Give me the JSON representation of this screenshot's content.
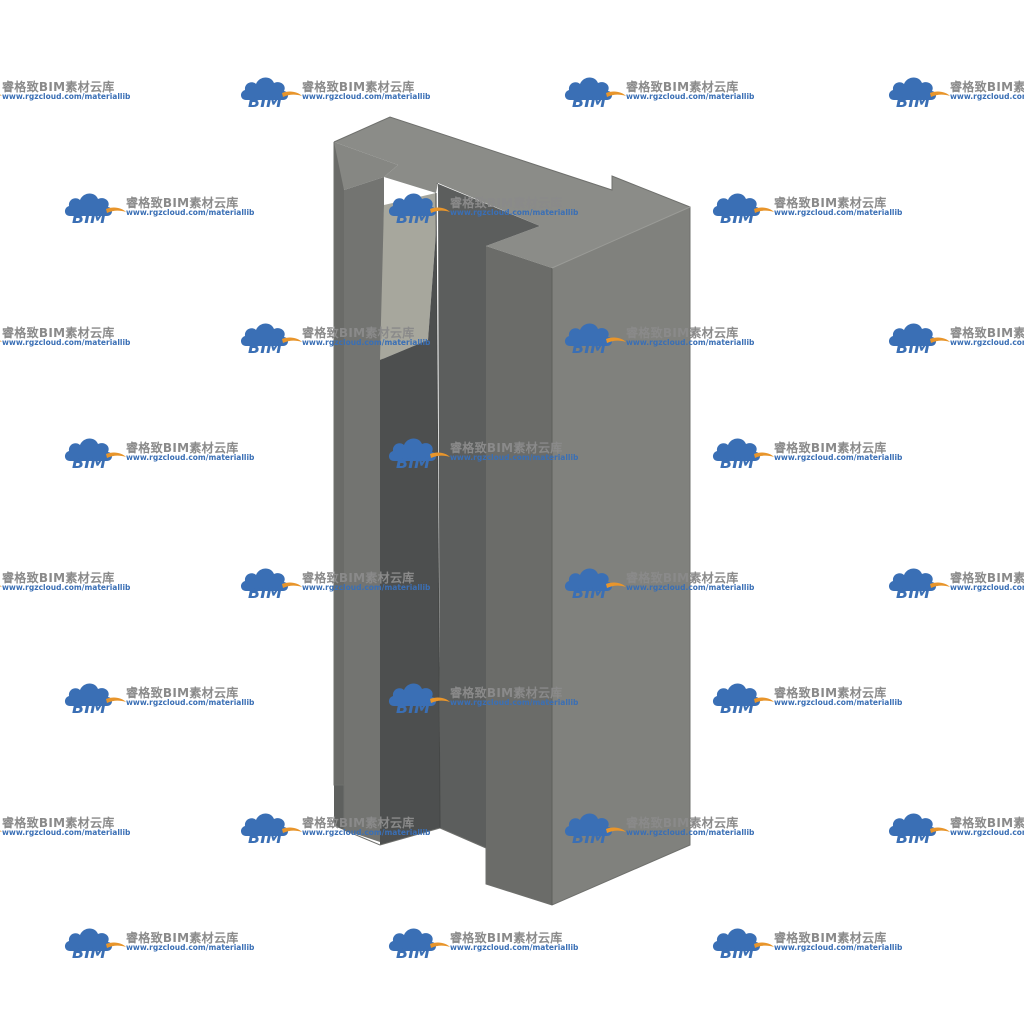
{
  "watermark": {
    "logo_text": "BIM",
    "title": "睿格致BIM素材云库",
    "url": "www.rgzcloud.com/materiallib",
    "logo_icon": "cloud-icon",
    "colors": {
      "cloud": "#3a6fb5",
      "swoosh": "#e8952b",
      "title": "#8a8a8a",
      "url": "#3a6fb5"
    }
  },
  "model": {
    "description_icon": "h-profile-column-3d",
    "colors": {
      "top": "#8a8b87",
      "front_right": "#80817d",
      "front_left": "#6e6f6c",
      "inner_dark": "#4d4f4f",
      "inner_mid": "#5a5c5b",
      "inner_light": "#a6a69c",
      "edge": "#3f4140"
    }
  }
}
